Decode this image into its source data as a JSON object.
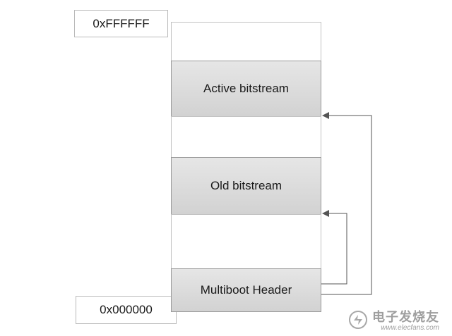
{
  "addresses": {
    "top": "0xFFFFFF",
    "bottom": "0x000000"
  },
  "blocks": {
    "active": "Active bitstream",
    "old": "Old bitstream",
    "header": "Multiboot Header"
  },
  "watermark": {
    "site_cn": "电子发烧友",
    "url": "www.elecfans.com"
  },
  "colors": {
    "block_fill": "#d9d9d9",
    "border": "#9a9a9a",
    "arrow": "#555555"
  }
}
